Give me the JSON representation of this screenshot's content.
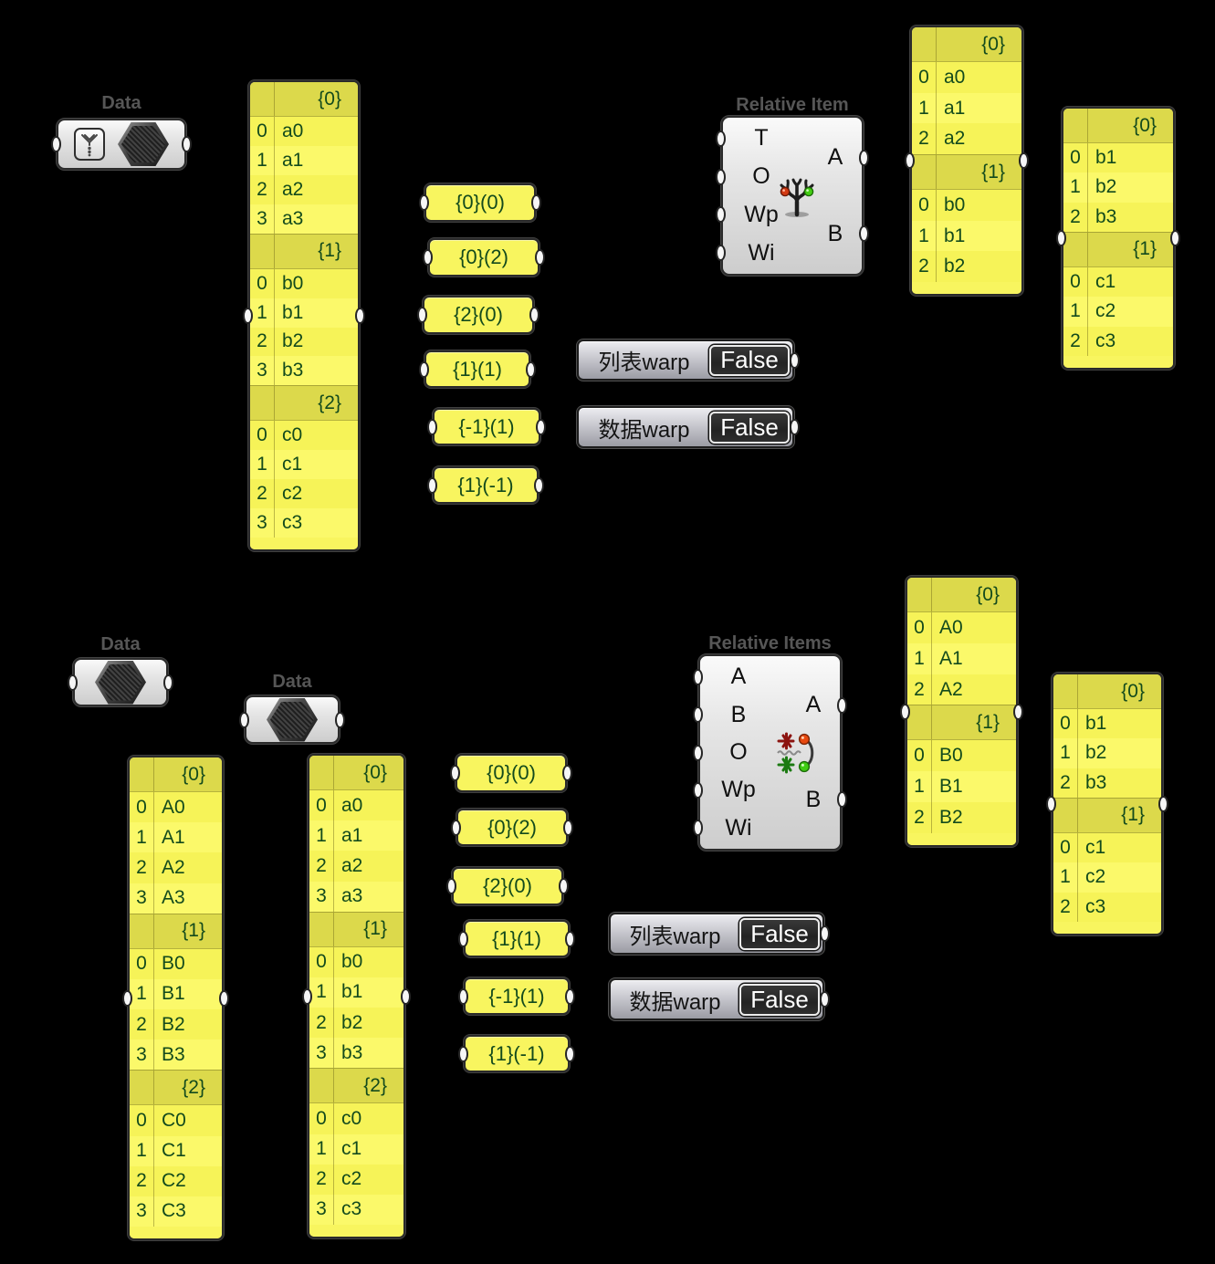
{
  "colors": {
    "background": "#000000",
    "panel_fill": "#F8F55F",
    "panel_header": "#DCD94B",
    "panel_text": "#134A1C",
    "component_fill": "#E3E3E3",
    "toggle_value_bg": "#2B2B2B",
    "toggle_value_text": "#FFFFFF",
    "icon_red_dot": "#D93511",
    "icon_green_dot": "#3FCC13"
  },
  "icons": {
    "data_param": "hexagon-icon",
    "data_collector": "funnel-icon",
    "relative_item": "tree-icon",
    "relative_items": "double-tree-icon"
  },
  "top": {
    "data_source": {
      "title": "Data"
    },
    "source_panel": {
      "trees": [
        {
          "path": "{0}",
          "items": [
            "a0",
            "a1",
            "a2",
            "a3"
          ]
        },
        {
          "path": "{1}",
          "items": [
            "b0",
            "b1",
            "b2",
            "b3"
          ]
        },
        {
          "path": "{2}",
          "items": [
            "c0",
            "c1",
            "c2",
            "c3"
          ]
        }
      ]
    },
    "path_panels": [
      "{0}(0)",
      "{0}(2)",
      "{2}(0)",
      "{1}(1)",
      "{-1}(1)",
      "{1}(-1)"
    ],
    "toggles": [
      {
        "label": "列表warp",
        "value": "False"
      },
      {
        "label": "数据warp",
        "value": "False"
      }
    ],
    "relative_item": {
      "title": "Relative Item",
      "inputs": [
        "T",
        "O",
        "Wp",
        "Wi"
      ],
      "outputs": [
        "A",
        "B"
      ]
    },
    "output_panel_a": {
      "trees": [
        {
          "path": "{0}",
          "items": [
            "a0",
            "a1",
            "a2"
          ]
        },
        {
          "path": "{1}",
          "items": [
            "b0",
            "b1",
            "b2"
          ]
        }
      ]
    },
    "output_panel_b": {
      "trees": [
        {
          "path": "{0}",
          "items": [
            "b1",
            "b2",
            "b3"
          ]
        },
        {
          "path": "{1}",
          "items": [
            "c1",
            "c2",
            "c3"
          ]
        }
      ]
    }
  },
  "bottom": {
    "data_sources": [
      {
        "title": "Data"
      },
      {
        "title": "Data"
      }
    ],
    "source_panels": [
      {
        "trees": [
          {
            "path": "{0}",
            "items": [
              "A0",
              "A1",
              "A2",
              "A3"
            ]
          },
          {
            "path": "{1}",
            "items": [
              "B0",
              "B1",
              "B2",
              "B3"
            ]
          },
          {
            "path": "{2}",
            "items": [
              "C0",
              "C1",
              "C2",
              "C3"
            ]
          }
        ]
      },
      {
        "trees": [
          {
            "path": "{0}",
            "items": [
              "a0",
              "a1",
              "a2",
              "a3"
            ]
          },
          {
            "path": "{1}",
            "items": [
              "b0",
              "b1",
              "b2",
              "b3"
            ]
          },
          {
            "path": "{2}",
            "items": [
              "c0",
              "c1",
              "c2",
              "c3"
            ]
          }
        ]
      }
    ],
    "path_panels": [
      "{0}(0)",
      "{0}(2)",
      "{2}(0)",
      "{1}(1)",
      "{-1}(1)",
      "{1}(-1)"
    ],
    "toggles": [
      {
        "label": "列表warp",
        "value": "False"
      },
      {
        "label": "数据warp",
        "value": "False"
      }
    ],
    "relative_items": {
      "title": "Relative Items",
      "inputs": [
        "A",
        "B",
        "O",
        "Wp",
        "Wi"
      ],
      "outputs": [
        "A",
        "B"
      ]
    },
    "output_panel_a": {
      "trees": [
        {
          "path": "{0}",
          "items": [
            "A0",
            "A1",
            "A2"
          ]
        },
        {
          "path": "{1}",
          "items": [
            "B0",
            "B1",
            "B2"
          ]
        }
      ]
    },
    "output_panel_b": {
      "trees": [
        {
          "path": "{0}",
          "items": [
            "b1",
            "b2",
            "b3"
          ]
        },
        {
          "path": "{1}",
          "items": [
            "c1",
            "c2",
            "c3"
          ]
        }
      ]
    }
  }
}
